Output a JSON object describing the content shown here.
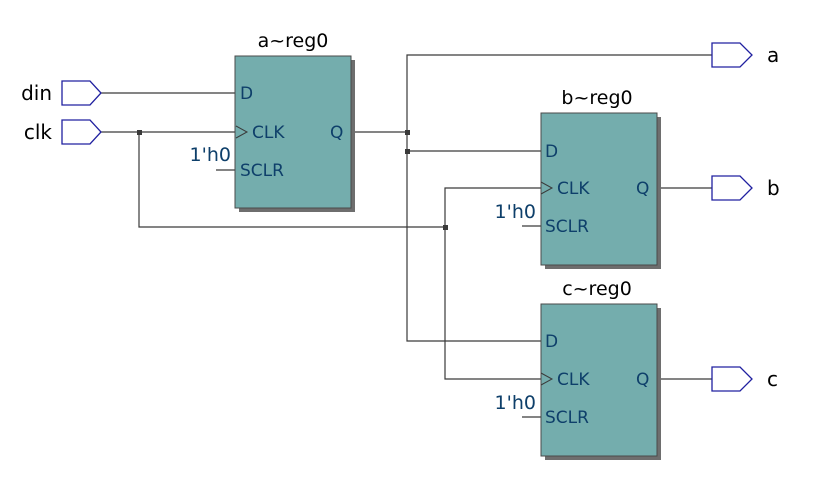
{
  "inputs": [
    {
      "id": "din",
      "label": "din"
    },
    {
      "id": "clk",
      "label": "clk"
    }
  ],
  "outputs": [
    {
      "id": "a",
      "label": "a"
    },
    {
      "id": "b",
      "label": "b"
    },
    {
      "id": "c",
      "label": "c"
    }
  ],
  "registers": [
    {
      "id": "a",
      "title": "a~reg0",
      "pins": {
        "d": "D",
        "clk": "CLK",
        "sclr": "SCLR",
        "q": "Q"
      },
      "sclr_const": "1'h0"
    },
    {
      "id": "b",
      "title": "b~reg0",
      "pins": {
        "d": "D",
        "clk": "CLK",
        "sclr": "SCLR",
        "q": "Q"
      },
      "sclr_const": "1'h0"
    },
    {
      "id": "c",
      "title": "c~reg0",
      "pins": {
        "d": "D",
        "clk": "CLK",
        "sclr": "SCLR",
        "q": "Q"
      },
      "sclr_const": "1'h0"
    }
  ],
  "colors": {
    "register_fill": "#74adad",
    "pin_text": "#0e3f6a",
    "port_outline": "#2020a0",
    "wire": "#3a3a3a"
  }
}
